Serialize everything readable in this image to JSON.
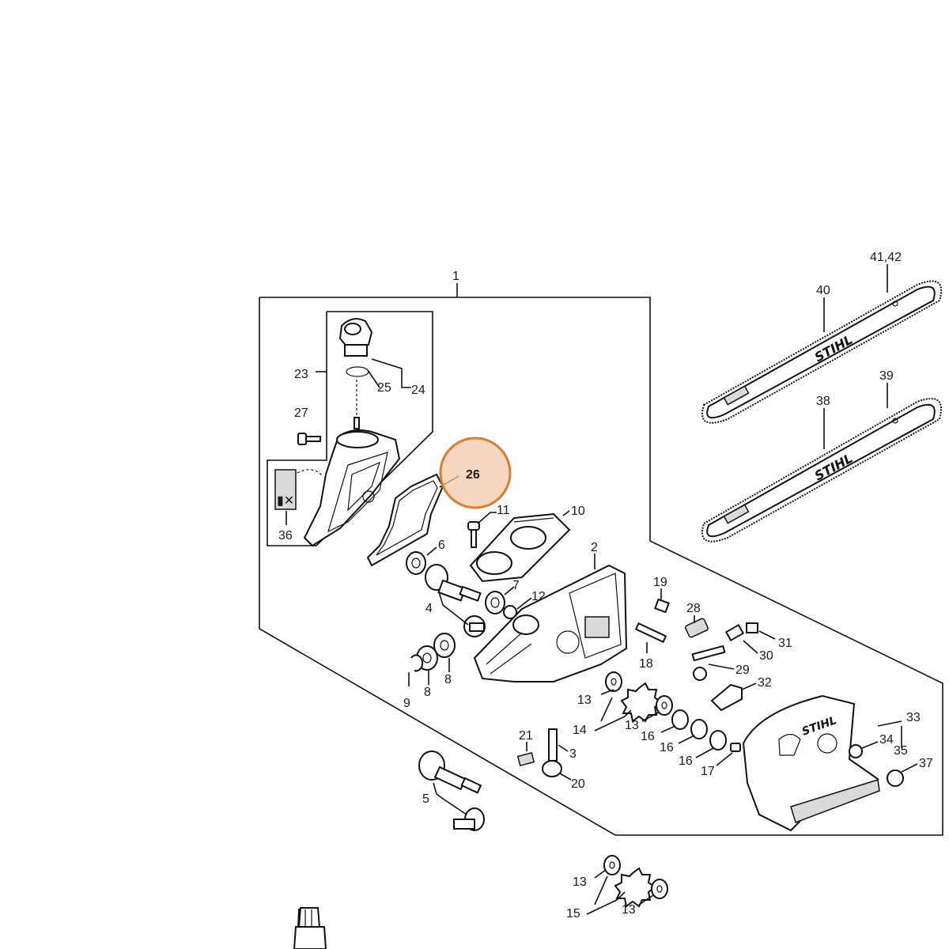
{
  "labels": {
    "l1": "1",
    "l2": "2",
    "l3": "3",
    "l4": "4",
    "l5": "5",
    "l6": "6",
    "l7": "7",
    "l8a": "8",
    "l8b": "8",
    "l9": "9",
    "l10": "10",
    "l11": "11",
    "l12": "12",
    "l13a": "13",
    "l13b": "13",
    "l13c": "13",
    "l13d": "13",
    "l14": "14",
    "l15": "15",
    "l16a": "16",
    "l16b": "16",
    "l16c": "16",
    "l17": "17",
    "l18": "18",
    "l19": "19",
    "l20": "20",
    "l21": "21",
    "l23": "23",
    "l24": "24",
    "l25": "25",
    "l26": "26",
    "l27": "27",
    "l28": "28",
    "l29": "29",
    "l30": "30",
    "l31": "31",
    "l32": "32",
    "l33": "33",
    "l34": "34",
    "l35": "35",
    "l36": "36",
    "l37": "37",
    "l38": "38",
    "l39": "39",
    "l40": "40",
    "l4142": "41,42"
  },
  "brand_text": "STIHL",
  "highlight": {
    "label": "26",
    "color": "#e8a878"
  }
}
